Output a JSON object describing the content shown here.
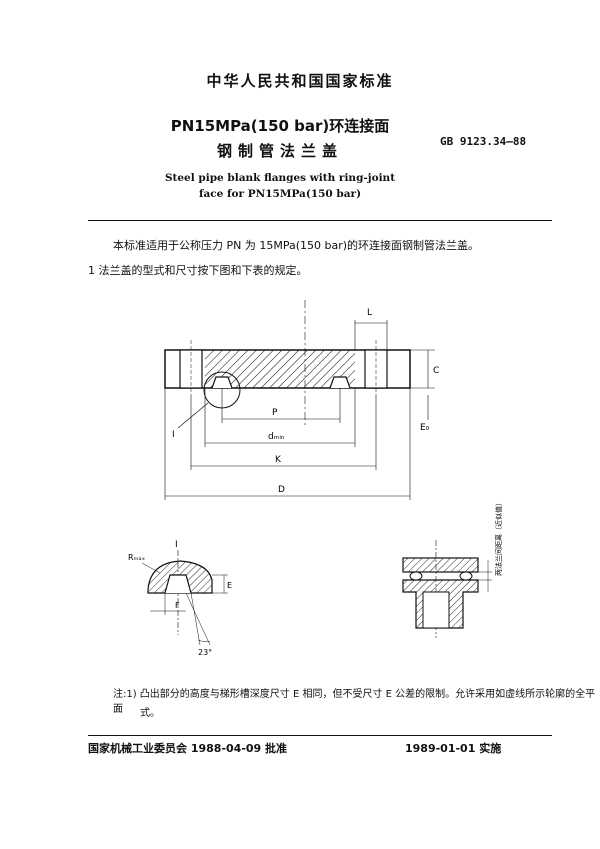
{
  "header": {
    "org": "中华人民共和国国家标准",
    "title_zh_line1": "PN15MPa(150 bar)环连接面",
    "title_zh_line2": "钢制管法兰盖",
    "standard_no": "GB 9123.34—88",
    "title_en_line1": "Steel pipe blank flanges with ring-joint",
    "title_en_line2": "face for PN15MPa(150 bar)"
  },
  "body": {
    "intro": "本标准适用于公称压力 PN 为 15MPa(150 bar)的环连接面钢制管法兰盖。",
    "clause1": "1  法兰盖的型式和尺寸按下图和下表的规定。"
  },
  "figure_main": {
    "label_L": "L",
    "label_C": "C",
    "label_E0": "E₀",
    "label_P": "P",
    "label_dmin": "dₘᵢₙ",
    "label_K": "K",
    "label_D": "D",
    "label_I": "I"
  },
  "figure_detail": {
    "label_I": "I",
    "label_R": "Rₘₐₓ",
    "label_E": "E",
    "label_F": "F",
    "label_angle": "23°"
  },
  "figure_assembly": {
    "side_label": "两法兰间距离（近似值）"
  },
  "note": {
    "line1": "注:1) 凸出部分的高度与梯形槽深度尺寸 E 相同，但不受尺寸 E 公差的限制。允许采用如虚线所示轮廓的全平面",
    "line2": "式。"
  },
  "footer": {
    "approval": "国家机械工业委员会 1988-04-09 批准",
    "effective": "1989-01-01 实施"
  }
}
